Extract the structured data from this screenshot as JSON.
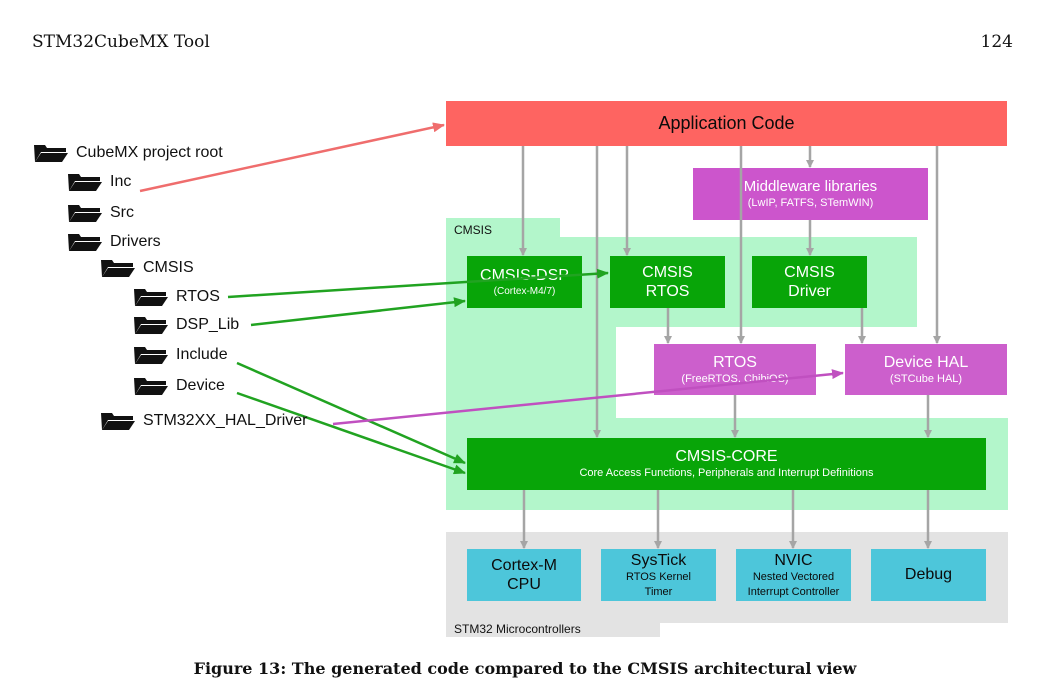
{
  "header": {
    "title": "STM32CubeMX Tool",
    "page_number": "124"
  },
  "tree": {
    "root": "CubeMX project root",
    "inc": "Inc",
    "src": "Src",
    "drivers": "Drivers",
    "cmsis": "CMSIS",
    "rtos": "RTOS",
    "dsp_lib": "DSP_Lib",
    "include": "Include",
    "device": "Device",
    "hal_driver": "STM32XX_HAL_Driver"
  },
  "diagram": {
    "application_code": "Application Code",
    "middleware": {
      "title": "Middleware libraries",
      "subtitle": "(LwIP, FATFS, STemWIN)"
    },
    "cmsis_region_label": "CMSIS",
    "cmsis_dsp": {
      "title": "CMSIS-DSP",
      "subtitle": "(Cortex-M4/7)"
    },
    "cmsis_rtos": {
      "line1": "CMSIS",
      "line2": "RTOS"
    },
    "cmsis_driver": {
      "line1": "CMSIS",
      "line2": "Driver"
    },
    "rtos": {
      "title": "RTOS",
      "subtitle": "(FreeRTOS, ChibiOS)"
    },
    "device_hal": {
      "title": "Device HAL",
      "subtitle": "(STCube HAL)"
    },
    "cmsis_core": {
      "title": "CMSIS-CORE",
      "subtitle": "Core Access Functions, Peripherals and Interrupt Definitions"
    },
    "cortex_m": {
      "line1": "Cortex-M",
      "line2": "CPU"
    },
    "systick": {
      "title": "SysTick",
      "line2": "RTOS Kernel",
      "line3": "Timer"
    },
    "nvic": {
      "title": "NVIC",
      "line2": "Nested Vectored",
      "line3": "Interrupt Controller"
    },
    "debug": "Debug",
    "stm32_label": "STM32 Microcontrollers"
  },
  "colors": {
    "application": "#fe6461",
    "middleware": "#cc55cc",
    "cmsis_light": "#b3f6cb",
    "cmsis_dark": "#08a508",
    "rtos_hal": "#cc5fcc",
    "mcu_gray": "#e3e3e3",
    "mcu_blue": "#4dc6da",
    "gray_arrow": "#a5a5a5",
    "green_arrow": "#21a321",
    "purple_arrow": "#c050c0",
    "red_arrow": "#ef6d6d"
  },
  "caption": "Figure 13: The generated code compared to the CMSIS architectural view"
}
